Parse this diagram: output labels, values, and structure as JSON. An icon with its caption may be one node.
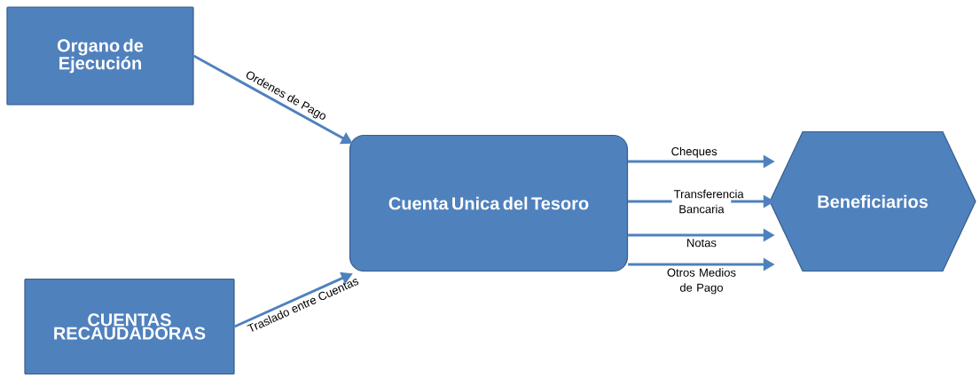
{
  "diagram": {
    "nodes": [
      {
        "text": [
          "Organo de Ejecución"
        ]
      },
      {
        "text": [
          "Cuenta Unica del Tesoro"
        ]
      },
      {
        "text": [
          "CUENTAS RECAUDADORAS"
        ]
      },
      {
        "text": [
          "Beneficiarios"
        ]
      }
    ],
    "edges": [
      {
        "from": 0,
        "to": 1,
        "arrow": "to",
        "label": "Ordenes de Pago"
      },
      {
        "from": 2,
        "to": 1,
        "arrow": "to",
        "label": "Traslado entre Cuentas"
      },
      {
        "from": 1,
        "to": 3,
        "arrow": "to",
        "label": "Cheques"
      },
      {
        "from": 1,
        "to": 3,
        "arrow": "to",
        "label": "Transferencia Bancaria"
      },
      {
        "from": 1,
        "to": 3,
        "arrow": "to",
        "label": "Notas"
      },
      {
        "from": 1,
        "to": 3,
        "arrow": "to",
        "label": "Otros Medios de Pago"
      }
    ]
  }
}
